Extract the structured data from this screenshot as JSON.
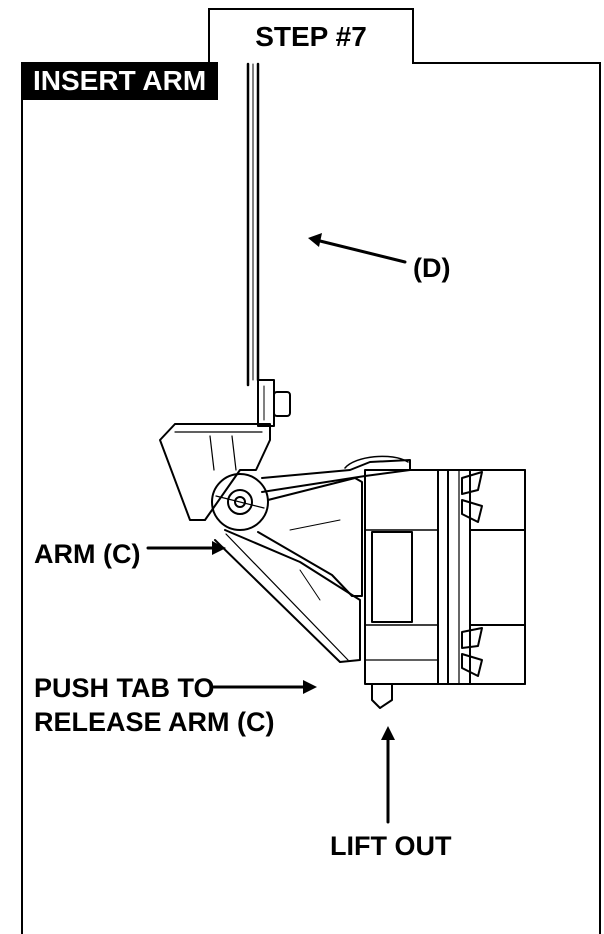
{
  "header": {
    "step_label": "STEP #7",
    "section_label": "INSERT ARM"
  },
  "callouts": {
    "part_d": "(D)",
    "arm_c": "ARM (C)",
    "push_tab_line1": "PUSH TAB TO",
    "push_tab_line2": "RELEASE ARM (C)",
    "lift_out": "LIFT OUT"
  },
  "colors": {
    "ink": "#000000",
    "paper": "#ffffff",
    "label_bg": "#000000",
    "label_text": "#ffffff"
  }
}
